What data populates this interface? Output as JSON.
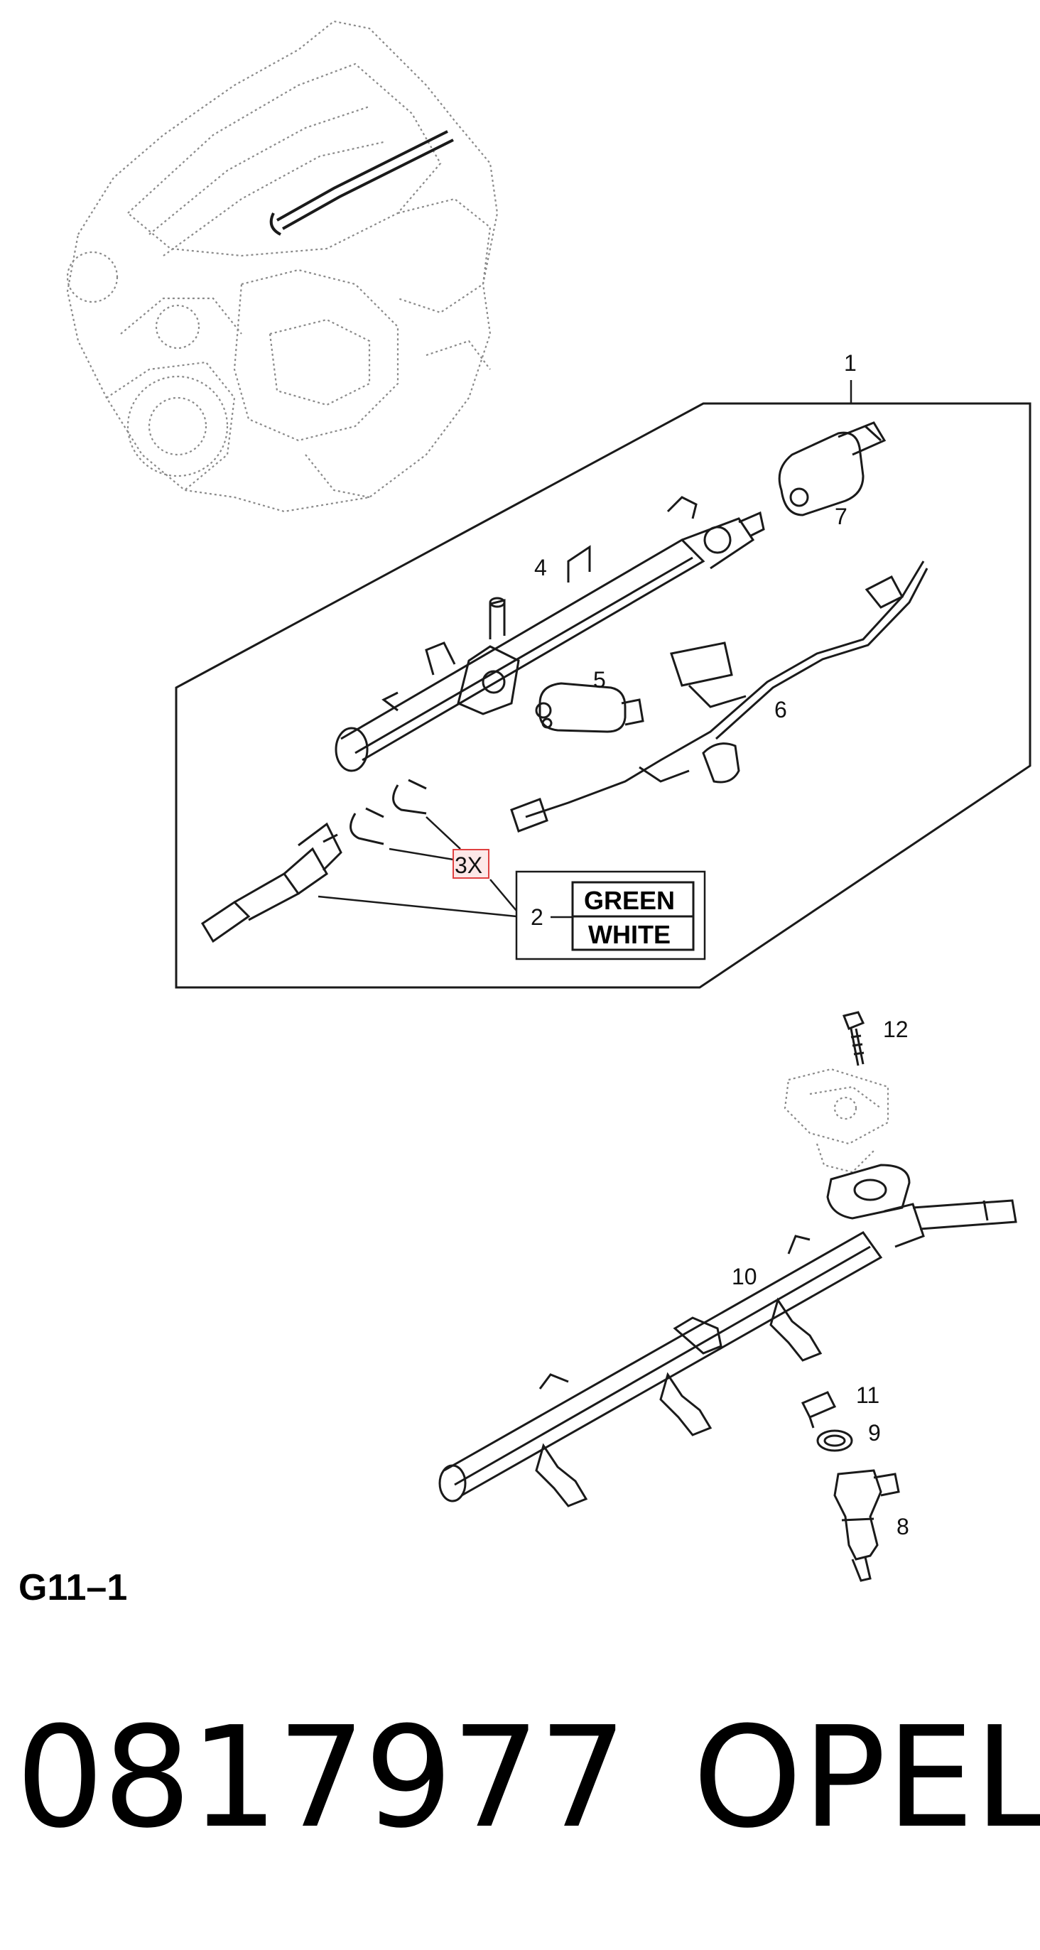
{
  "callouts": {
    "c1": "1",
    "c2": "2",
    "c3x": "3X",
    "c4": "4",
    "c5": "5",
    "c6": "6",
    "c7": "7",
    "c8": "8",
    "c9": "9",
    "c10": "10",
    "c11": "11",
    "c12": "12"
  },
  "color_legend": {
    "top": "GREEN",
    "bottom": "WHITE"
  },
  "diagram_ref": "G11–1",
  "part_number": "0817977",
  "brand": "OPEL",
  "colors": {
    "line": "#1a1a1a",
    "dotted": "#8a8a8a",
    "highlight_box": "#e04040"
  }
}
